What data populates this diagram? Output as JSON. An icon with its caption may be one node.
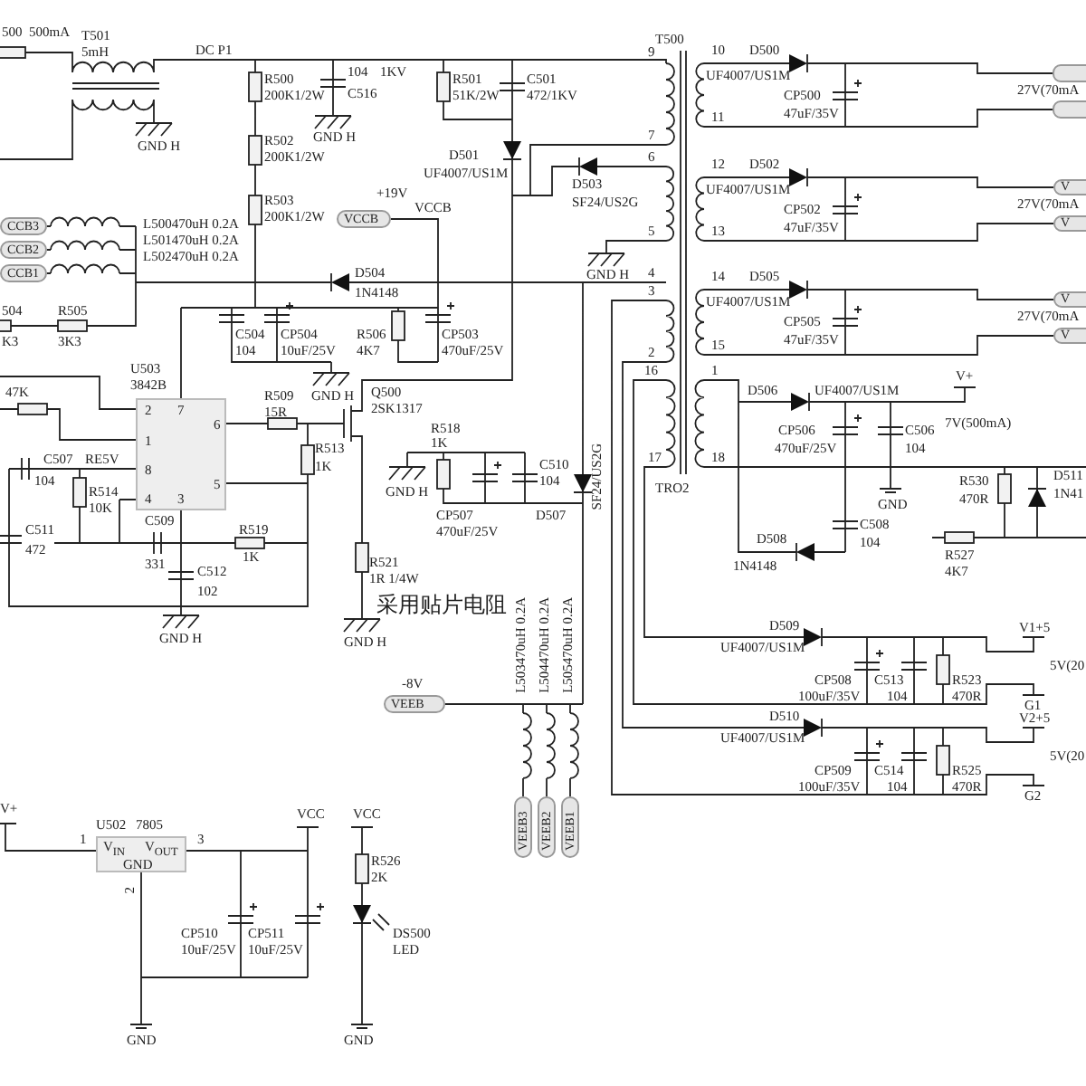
{
  "diagram": {
    "nodes": [
      {
        "text": [
          "2",
          "7",
          "6",
          "1",
          "8",
          "5",
          "4",
          "3"
        ]
      },
      {
        "text": [
          "V$_{IN}$",
          "V$_{OUT}$",
          "GND"
        ]
      }
    ],
    "labels": [
      "500",
      "500mA",
      "T501",
      "T500",
      "5mH",
      "DC P1",
      "9",
      "10",
      "D500",
      "R500",
      "104",
      "1KV",
      "R501",
      "C501",
      "UF4007/US1M",
      "200K1/2W",
      "C516",
      "51K/2W",
      "472/1KV",
      "CP500",
      "27V(70mA",
      "11",
      "47uF/35V",
      "GND H",
      "R502",
      "GND H",
      "7",
      "200K1/2W",
      "D501",
      "6",
      "12",
      "D502",
      "UF4007/US1M",
      "+19V",
      "D503",
      "UF4007/US1M",
      "V",
      "R503",
      "VCCB",
      "SF24/US2G",
      "CP502",
      "27V(70mA",
      "CCB3",
      "L500470uH 0.2A",
      "200K1/2W",
      "VCCB",
      "47uF/35V",
      "V",
      "L501470uH 0.2A",
      "5",
      "13",
      "CCB2",
      "L502470uH 0.2A",
      "CCB1",
      "D504",
      "GND H",
      "4",
      "14",
      "D505",
      "1N4148",
      "3",
      "UF4007/US1M",
      "V",
      "504",
      "R505",
      "CP505",
      "27V(70mA",
      "K3",
      "3K3",
      "C504",
      "CP504",
      "R506",
      "CP503",
      "15",
      "47uF/35V",
      "V",
      "104",
      "10uF/25V",
      "4K7",
      "470uF/25V",
      "2",
      "U503",
      "16",
      "1",
      "V+",
      "47K",
      "3842B",
      "R509",
      "GND H",
      "Q500",
      "D506",
      "UF4007/US1M",
      "15R",
      "2SK1317",
      "R518",
      "CP506",
      "C506",
      "7V(500mA)",
      "R513",
      "1K",
      "SF24/US2G",
      "470uF/25V",
      "104",
      "C507",
      "RE5V",
      "1K",
      "C510",
      "17",
      "18",
      "104",
      "104",
      "R530",
      "D511",
      "R514",
      "GND H",
      "TRO2",
      "470R",
      "1N41",
      "10K",
      "CP507",
      "D507",
      "GND",
      "C511",
      "C509",
      "R519",
      "470uF/25V",
      "C508",
      "472",
      "D508",
      "104",
      "331",
      "1K",
      "R521",
      "1N4148",
      "R527",
      "C512",
      "1R 1/4W",
      "4K7",
      "102",
      "采用贴片电阻",
      "L503470uH 0.2A",
      "L504470uH 0.2A",
      "L505470uH 0.2A",
      "D509",
      "V1+5",
      "GND H",
      "GND H",
      "UF4007/US1M",
      "5V(20",
      "-8V",
      "CP508",
      "C513",
      "R523",
      "VEEB",
      "100uF/35V",
      "104",
      "470R",
      "G1",
      "D510",
      "V2+5",
      "UF4007/US1M",
      "5V(20",
      "CP509",
      "C514",
      "R525",
      "100uF/35V",
      "104",
      "470R",
      "G2",
      "VEEB3",
      "VEEB2",
      "VEEB1",
      "V+",
      "VCC",
      "VCC",
      "U502",
      "7805",
      "1",
      "3",
      "R526",
      "2K",
      "2",
      "CP510",
      "CP511",
      "DS500",
      "10uF/25V",
      "10uF/25V",
      "LED",
      "GND",
      "GND"
    ]
  }
}
